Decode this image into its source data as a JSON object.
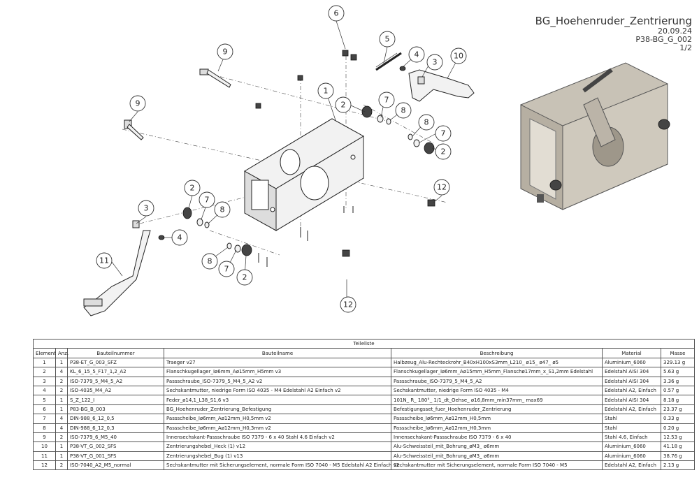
{
  "title_block": {
    "name": "BG_Hoehenruder_Zentrierung",
    "date": "20.09.24",
    "drawing_no": "P38-BG_G_002",
    "sheet": "1/2"
  },
  "parts_list": {
    "caption": "Teileliste",
    "headers": [
      "Element",
      "Anz.",
      "Bauteilnummer",
      "Bauteilname",
      "Beschreibung",
      "Material",
      "Masse"
    ],
    "rows": [
      [
        "1",
        "1",
        "P38-ET_G_003_SFZ",
        "Traeger v27",
        "Halbzeug_Alu-Rechteckrohr_B40xH100xS3mm_L210_ ø15_ ø47_ ø5",
        "Aluminium_6060",
        "329.13 g"
      ],
      [
        "2",
        "4",
        "KL_6_15_5_F17_1,2_A2",
        "Flanschkugellager_Iø6mm_Aø15mm_H5mm v3",
        "Flanschkugellager_Iø6mm_Aø15mm_H5mm_Flanschø17mm_x_S1,2mm Edelstahl",
        "Edelstahl AISI 304",
        "5.63 g"
      ],
      [
        "3",
        "2",
        "ISO-7379_5_M4_5_A2",
        "Passschraube_ISO-7379_5_M4_5_A2 v2",
        "Passschraube_ISO-7379_5_M4_5_A2",
        "Edelstahl AISI 304",
        "3.36 g"
      ],
      [
        "4",
        "2",
        "ISO-4035_M4_A2",
        "Sechskantmutter, niedrige Form ISO 4035 - M4 Edelstahl A2 Einfach v2",
        "Sechskantmutter, niedrige Form ISO 4035 - M4",
        "Edelstahl A2, Einfach",
        "0.57 g"
      ],
      [
        "5",
        "1",
        "S_Z_122_I",
        "Feder_ø14,1_L38_S1,6 v3",
        "101N_ R_ 180°_ 1/1_dt_Oehse_ ø16,8mm_min37mm_ max69",
        "Edelstahl AISI 304",
        "8.18 g"
      ],
      [
        "6",
        "1",
        "P83-BG_B_003",
        "BG_Hoehenruder_Zentrierung_Befestigung",
        "Befestigungsset_fuer_Hoehenruder_Zentrierung",
        "Edelstahl A2, Einfach",
        "23.37 g"
      ],
      [
        "7",
        "4",
        "DIN-988_6_12_0,5",
        "Passscheibe_Iø6mm_Aø12mm_H0,5mm v2",
        "Passscheibe_Iø6mm_Aø12mm_H0,5mm",
        "Stahl",
        "0.33 g"
      ],
      [
        "8",
        "4",
        "DIN-988_6_12_0,3",
        "Passscheibe_Iø6mm_Aø12mm_H0,3mm v2",
        "Passscheibe_Iø6mm_Aø12mm_H0,3mm",
        "Stahl",
        "0.20 g"
      ],
      [
        "9",
        "2",
        "ISO-7379_6_M5_40",
        "Innensechskant-Passschraube ISO 7379 - 6 x 40 Stahl 4.6 Einfach v2",
        "Innensechskant-Passschraube ISO 7379 - 6 x 40",
        "Stahl 4.6, Einfach",
        "12.53 g"
      ],
      [
        "10",
        "1",
        "P38-VT_G_002_SFS",
        "Zentrierungshebel_Heck (1) v12",
        "Alu-Schweissteil_mit_Bohrung_øM3_ ø6mm",
        "Aluminium_6060",
        "41.18 g"
      ],
      [
        "11",
        "1",
        "P38-VT_G_001_SFS",
        "Zentrierungshebel_Bug (1) v13",
        "Alu-Schweissteil_mit_Bohrung_øM3_ ø6mm",
        "Aluminium_6060",
        "38.76 g"
      ],
      [
        "12",
        "2",
        "ISO-7040_A2_M5_normal",
        "Sechskantmutter mit Sicherungselement, normale Form ISO 7040 - M5 Edelstahl A2 Einfach v2",
        "Sechskantmutter mit Sicherungselement, normale Form ISO 7040 - M5",
        "Edelstahl A2, Einfach",
        "2.13 g"
      ]
    ]
  },
  "balloons": [
    {
      "label": "6"
    },
    {
      "label": "5"
    },
    {
      "label": "4"
    },
    {
      "label": "3"
    },
    {
      "label": "10"
    },
    {
      "label": "9"
    },
    {
      "label": "1"
    },
    {
      "label": "2"
    },
    {
      "label": "7"
    },
    {
      "label": "8"
    },
    {
      "label": "9"
    },
    {
      "label": "8"
    },
    {
      "label": "7"
    },
    {
      "label": "2"
    },
    {
      "label": "12"
    },
    {
      "label": "2"
    },
    {
      "label": "7"
    },
    {
      "label": "8"
    },
    {
      "label": "3"
    },
    {
      "label": "4"
    },
    {
      "label": "11"
    },
    {
      "label": "8"
    },
    {
      "label": "7"
    },
    {
      "label": "2"
    },
    {
      "label": "12"
    }
  ]
}
